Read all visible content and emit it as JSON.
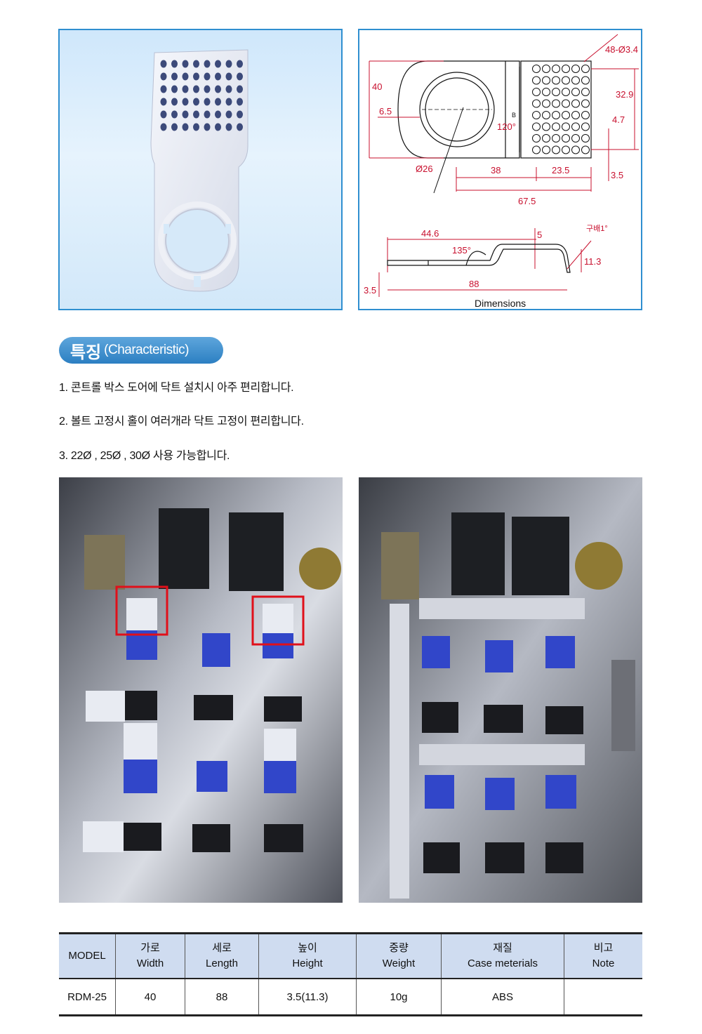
{
  "dimensions": {
    "labels": {
      "holes": "48-Ø3.4",
      "w40": "40",
      "w6_5": "6.5",
      "h32_9": "32.9",
      "h4_7": "4.7",
      "angle120": "120°",
      "markB": "B",
      "d26": "Ø26",
      "l38": "38",
      "l23_5": "23.5",
      "h3_5_top": "3.5",
      "l67_5": "67.5",
      "l44_6": "44.6",
      "w5": "5",
      "slope": "구배1°",
      "angle135": "135°",
      "h11_3": "11.3",
      "l88": "88",
      "h3_5_side": "3.5"
    },
    "caption": "Dimensions"
  },
  "section": {
    "title_ko": "특징",
    "title_en": "(Characteristic)"
  },
  "features": [
    "1. 콘트롤 박스 도어에 닥트 설치시 아주 편리합니다.",
    "2. 볼트 고정시 홀이 여러개라 닥트 고정이 편리합니다.",
    "3. 22Ø , 25Ø , 30Ø   사용 가능합니다."
  ],
  "table": {
    "headers": [
      {
        "ko": "MODEL",
        "en": ""
      },
      {
        "ko": "가로",
        "en": "Width"
      },
      {
        "ko": "세로",
        "en": "Length"
      },
      {
        "ko": "높이",
        "en": "Height"
      },
      {
        "ko": "중량",
        "en": "Weight"
      },
      {
        "ko": "재질",
        "en": "Case meterials"
      },
      {
        "ko": "비고",
        "en": "Note"
      }
    ],
    "row": [
      "RDM-25",
      "40",
      "88",
      "3.5(11.3)",
      "10g",
      "ABS",
      ""
    ]
  },
  "colors": {
    "accent_blue": "#2c7fc2",
    "dimension_red": "#c8102e",
    "table_header": "#cfdcf0",
    "highlight_red": "#e0101a"
  }
}
